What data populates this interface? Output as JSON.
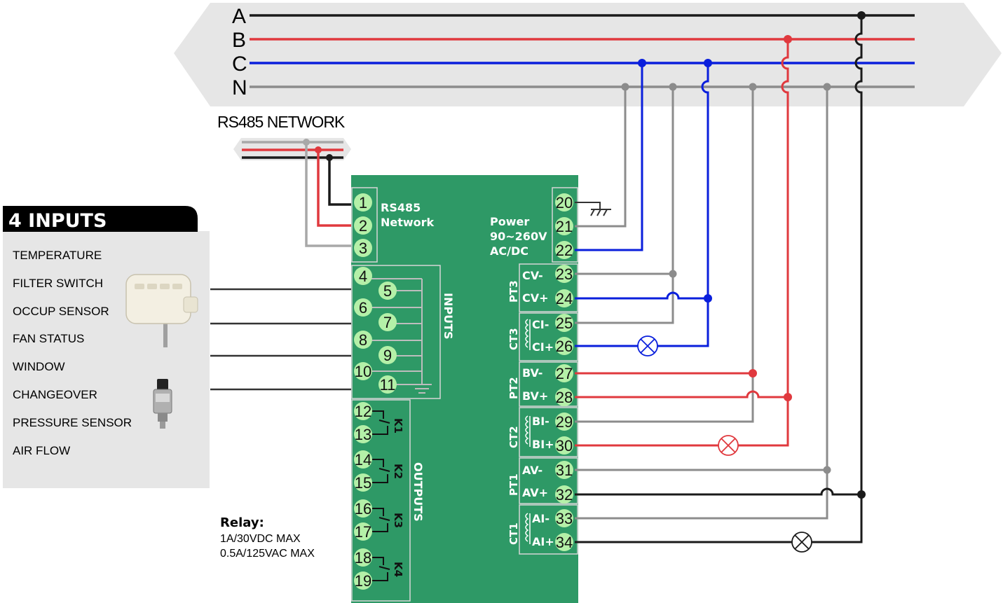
{
  "bus": {
    "phase_a": "A",
    "phase_b": "B",
    "phase_c": "C",
    "neutral": "N"
  },
  "rs485": {
    "title": "RS485 NETWORK",
    "label_line1": "RS485",
    "label_line2": "Network"
  },
  "power": {
    "line1": "Power",
    "line2": "90~260V",
    "line3": "AC/DC"
  },
  "inputs_panel": {
    "header": "4 INPUTS",
    "items": [
      "TEMPERATURE",
      "FILTER SWITCH",
      "OCCUP SENSOR",
      "FAN STATUS",
      "WINDOW",
      "CHANGEOVER",
      "PRESSURE SENSOR",
      "AIR FLOW"
    ]
  },
  "module": {
    "inputs_label": "INPUTS",
    "outputs_label": "OUTPUTS",
    "relays": [
      "K1",
      "K2",
      "K3",
      "K4"
    ],
    "left_terminals": [
      "1",
      "2",
      "3",
      "4",
      "5",
      "6",
      "7",
      "8",
      "9",
      "10",
      "11",
      "12",
      "13",
      "14",
      "15",
      "16",
      "17",
      "18",
      "19"
    ],
    "right_terminals": [
      "20",
      "21",
      "22",
      "23",
      "24",
      "25",
      "26",
      "27",
      "28",
      "29",
      "30",
      "31",
      "32",
      "33",
      "34"
    ],
    "pt_groups": [
      "PT3",
      "PT2",
      "PT1"
    ],
    "ct_groups": [
      "CT3",
      "CT2",
      "CT1"
    ],
    "pt_pins": [
      [
        "CV-",
        "CV+"
      ],
      [
        "BV-",
        "BV+"
      ],
      [
        "AV-",
        "AV+"
      ]
    ],
    "ct_pins": [
      [
        "CI-",
        "CI+"
      ],
      [
        "BI-",
        "BI+"
      ],
      [
        "AI-",
        "AI+"
      ]
    ]
  },
  "relay_spec": {
    "title": "Relay:",
    "line1": "1A/30VDC MAX",
    "line2": "0.5A/125VAC MAX"
  },
  "colors": {
    "board": "#2e9966",
    "terminal": "#b4f0a8",
    "phase_a": "#1a1a1a",
    "phase_b": "#e0393e",
    "phase_c": "#0a1fdc",
    "neutral": "#8c8c8c"
  }
}
